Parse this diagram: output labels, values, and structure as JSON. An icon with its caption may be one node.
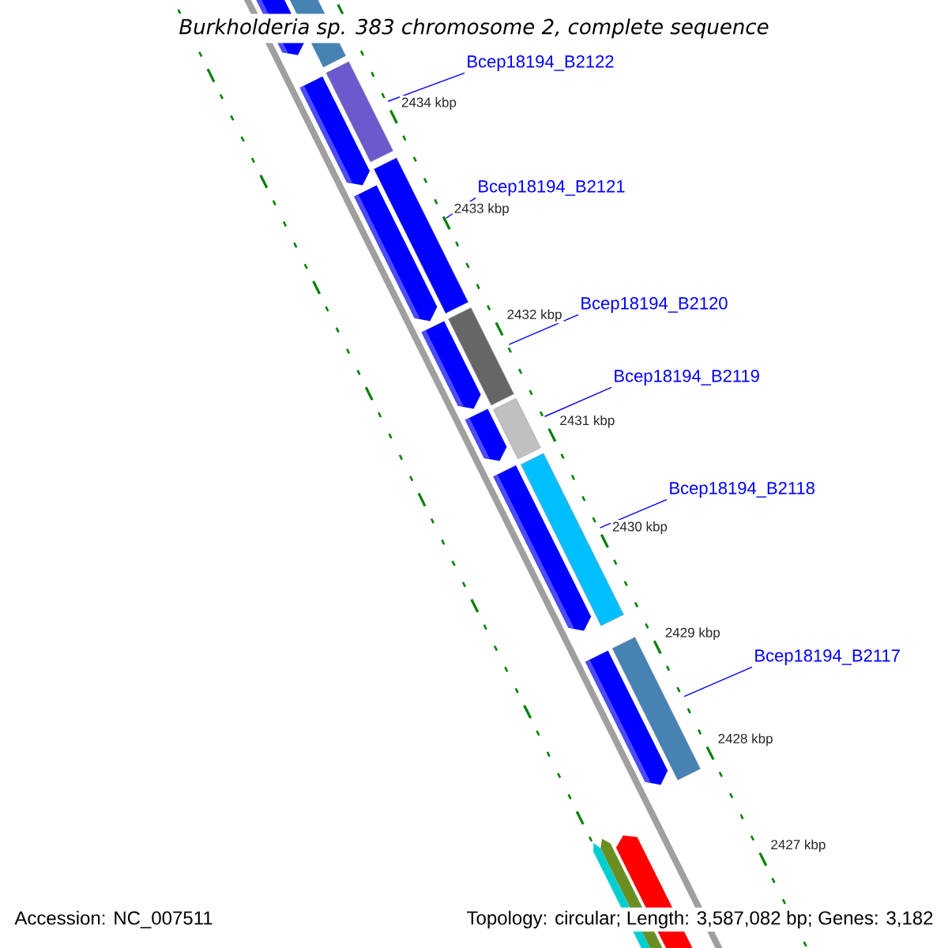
{
  "diagram": {
    "title": "Burkholderia sp. 383 chromosome 2, complete sequence",
    "nodes": [
      {
        "text": [
          "Bcep18194_B2122"
        ]
      },
      {
        "text": [
          "Bcep18194_B2121"
        ]
      },
      {
        "text": [
          "Bcep18194_B2120"
        ]
      },
      {
        "text": [
          "Bcep18194_B2119"
        ]
      },
      {
        "text": [
          "Bcep18194_B2118"
        ]
      },
      {
        "text": [
          "Bcep18194_B2117"
        ]
      },
      {
        "text": [],
        "shape": "bar"
      },
      {
        "text": [],
        "shape": "bar"
      },
      {
        "text": [],
        "shape": "bar"
      },
      {
        "text": [],
        "shape": "bar"
      },
      {
        "text": [],
        "shape": "bar"
      },
      {
        "text": [],
        "shape": "bar"
      }
    ],
    "edges": [
      {
        "from": 0,
        "to": 6,
        "arrow": "none"
      },
      {
        "from": 1,
        "to": 7,
        "arrow": "none"
      },
      {
        "from": 2,
        "to": 8,
        "arrow": "none"
      },
      {
        "from": 3,
        "to": 9,
        "arrow": "none"
      },
      {
        "from": 4,
        "to": 10,
        "arrow": "none"
      },
      {
        "from": 5,
        "to": 11,
        "arrow": "none"
      }
    ],
    "labels": [
      "2434 kbp",
      "2433 kbp",
      "2432 kbp",
      "2431 kbp",
      "2430 kbp",
      "2429 kbp",
      "2428 kbp",
      "2427 kbp",
      "Accession: NC_007511",
      "Topology: circular; Length: 3,587,082 bp; Genes: 3,182"
    ]
  }
}
